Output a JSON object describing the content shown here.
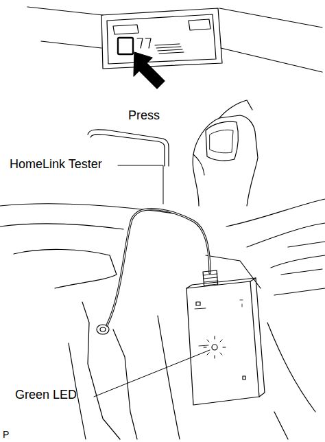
{
  "diagram": {
    "labels": [
      "Press",
      "HomeLink Tester",
      "Green LED",
      "P"
    ]
  }
}
